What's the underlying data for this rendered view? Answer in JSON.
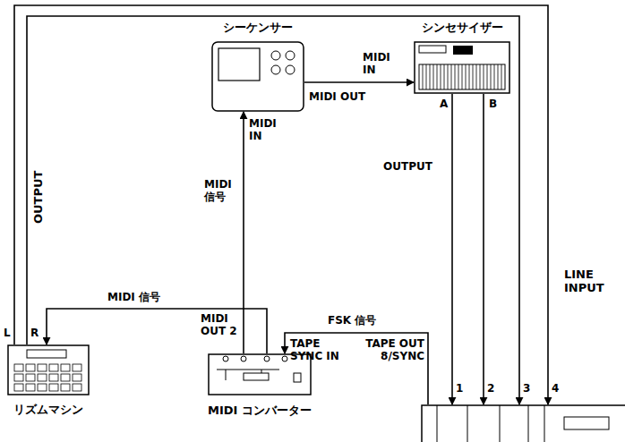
{
  "diagram": {
    "nodes": [
      {
        "text": [
          "シーケンサー"
        ]
      },
      {
        "text": [
          "シンセサイザー"
        ]
      },
      {
        "text": [
          "リズムマシン"
        ]
      },
      {
        "text": [
          "MIDI コンバーター"
        ]
      },
      {
        "text": [
          "LINE INPUT"
        ]
      }
    ],
    "edges": [
      {
        "from": 3,
        "to": 0,
        "arrow": "to"
      },
      {
        "from": 0,
        "to": 1,
        "arrow": "to"
      },
      {
        "from": 3,
        "to": 2,
        "arrow": "to"
      },
      {
        "from": 4,
        "to": 3,
        "arrow": "to"
      },
      {
        "from": 1,
        "to": 4,
        "arrow": "to"
      },
      {
        "from": 1,
        "to": 4,
        "arrow": "to"
      },
      {
        "from": 2,
        "to": 4,
        "arrow": "to"
      },
      {
        "from": 2,
        "to": 4,
        "arrow": "to"
      }
    ],
    "labels": [
      "OUTPUT",
      "L",
      "R",
      "MIDI IN",
      "MIDI 信号",
      "MIDI OUT",
      "MIDI IN",
      "A",
      "B",
      "OUTPUT",
      "MIDI 信号",
      "MIDI OUT 2",
      "FSK 信号",
      "TAPE SYNC IN",
      "TAPE OUT 8/SYNC",
      "1",
      "2",
      "3",
      "4"
    ]
  }
}
